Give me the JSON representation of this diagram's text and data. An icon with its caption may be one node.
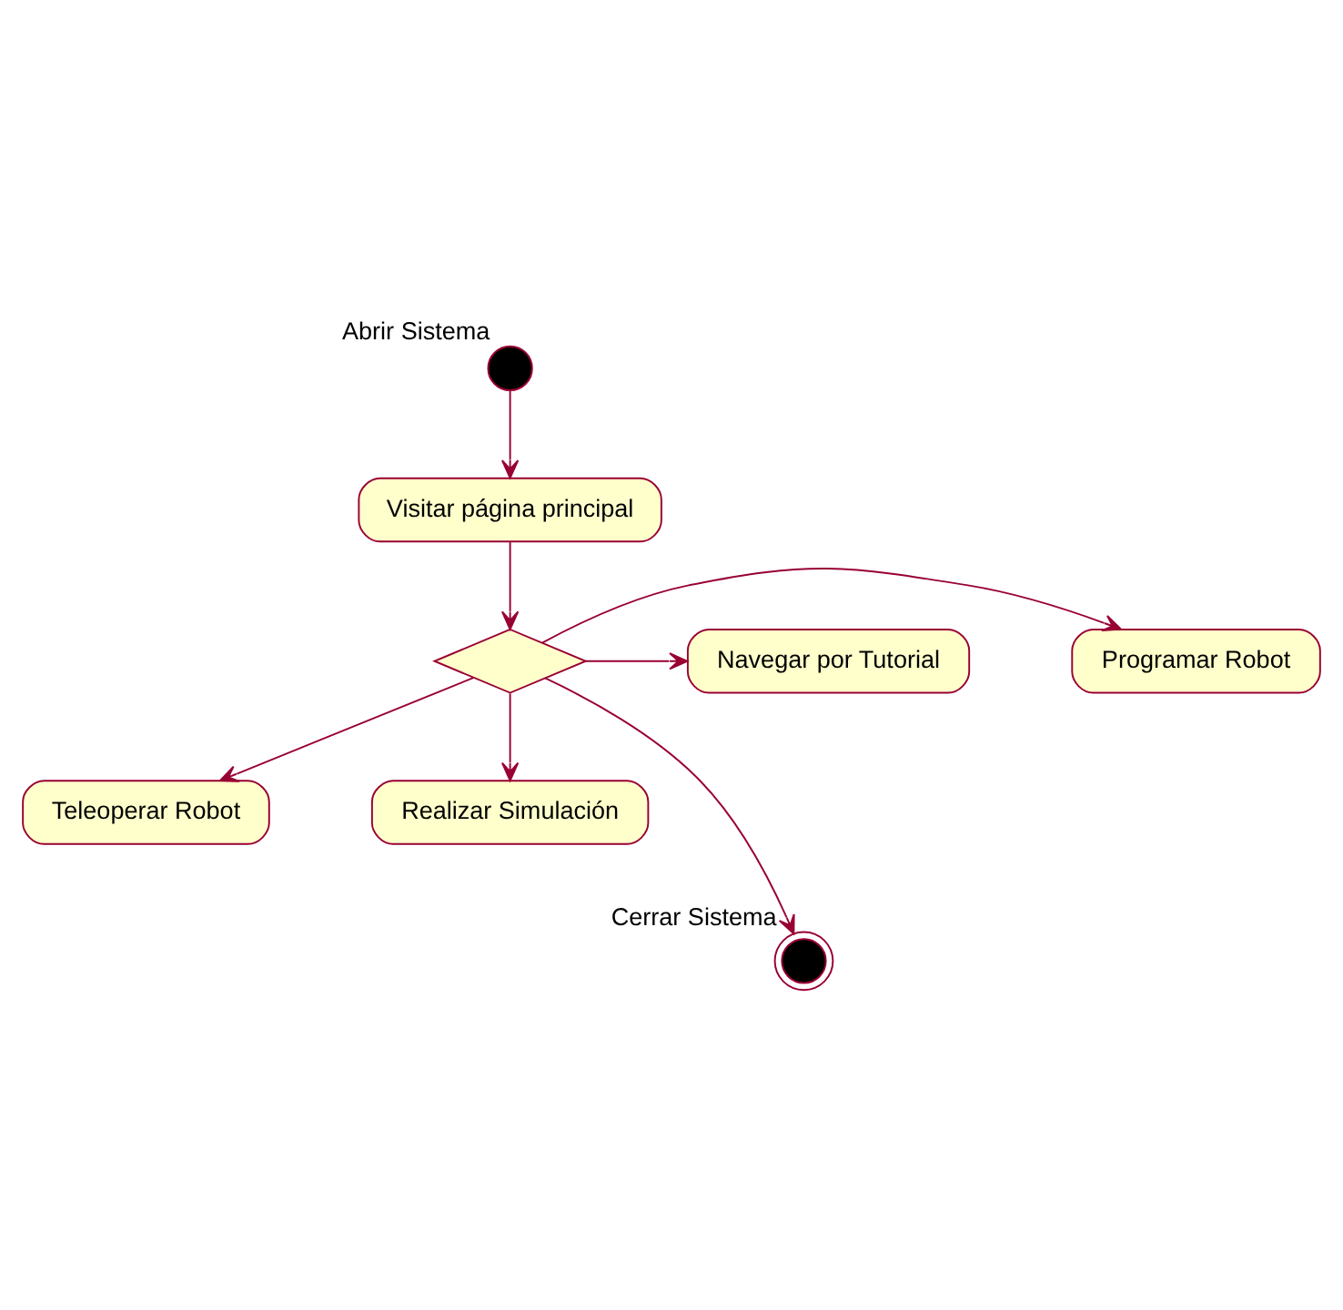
{
  "diagram": {
    "nodes": [
      {
        "text": [],
        "shape": "circle",
        "beside": [
          "Abrir Sistema"
        ]
      },
      {
        "text": [
          "Visitar página principal"
        ]
      },
      {
        "text": [
          "Programar Robot"
        ]
      },
      {
        "text": [],
        "shape": "diamond"
      },
      {
        "text": [
          "Navegar por Tutorial"
        ]
      },
      {
        "text": [
          "Teleoperar Robot"
        ]
      },
      {
        "text": [
          "Realizar Simulación"
        ]
      },
      {
        "text": [],
        "shape": "circle",
        "beside": [
          "Cerrar Sistema"
        ]
      }
    ],
    "edges": [
      {
        "from": 0,
        "to": 1,
        "arrow": "to"
      },
      {
        "from": 1,
        "to": 3,
        "arrow": "to"
      },
      {
        "from": 3,
        "to": 2,
        "arrow": "to"
      },
      {
        "from": 3,
        "to": 4,
        "arrow": "to"
      },
      {
        "from": 3,
        "to": 5,
        "arrow": "to"
      },
      {
        "from": 3,
        "to": 6,
        "arrow": "to"
      },
      {
        "from": 3,
        "to": 7,
        "arrow": "to"
      }
    ]
  }
}
